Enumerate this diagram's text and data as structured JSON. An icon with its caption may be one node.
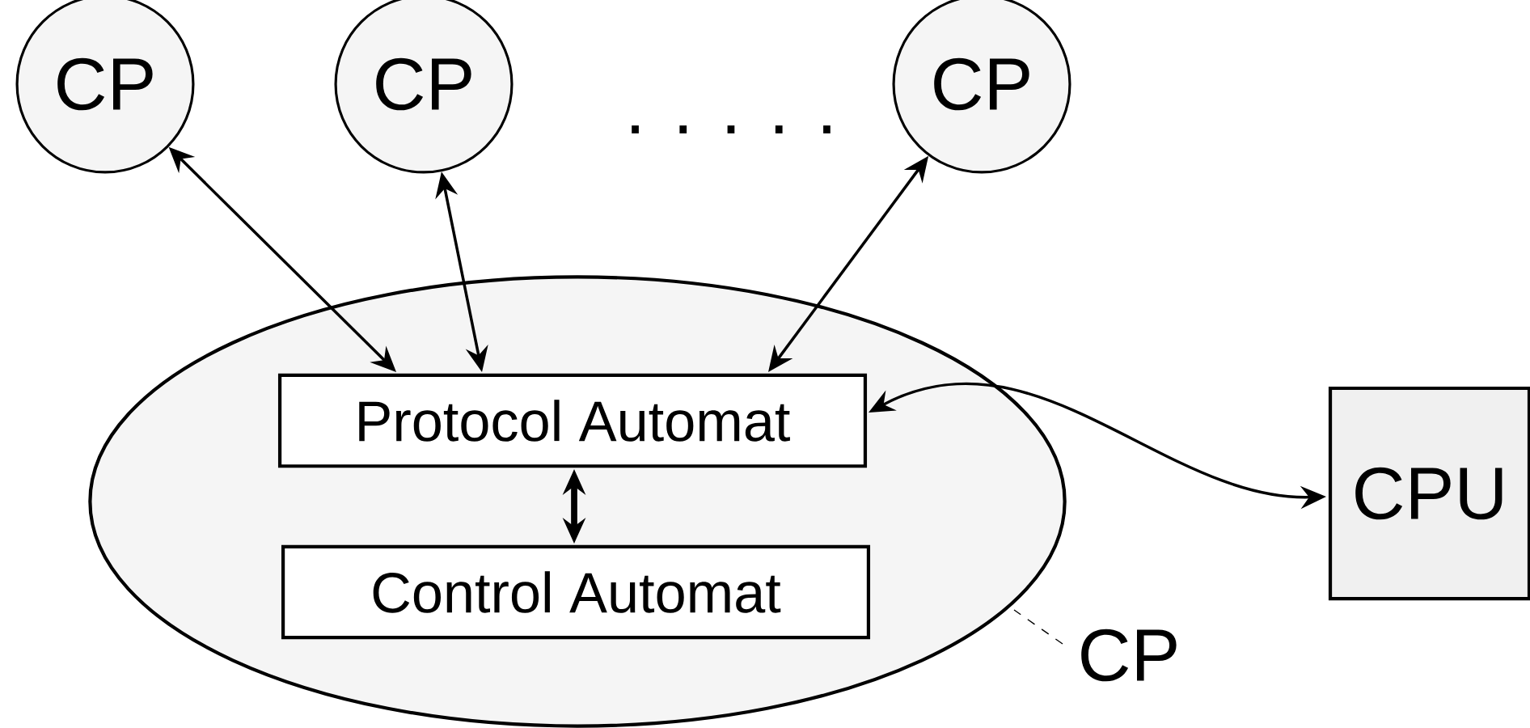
{
  "diagram": {
    "nodes": [
      {
        "text": [
          "CP"
        ]
      },
      {
        "text": [
          "CP"
        ]
      },
      {
        "text": [
          "CP"
        ]
      },
      {
        "text": [],
        "shape": "ellipse"
      },
      {
        "text": [
          "Protocol Automat"
        ],
        "in": 3
      },
      {
        "text": [
          "Control Automat"
        ],
        "in": 3
      },
      {
        "text": [
          "CPU"
        ]
      },
      {
        "text": [
          "CP"
        ]
      }
    ],
    "edges": [
      {
        "from": 0,
        "to": 4,
        "arrow": "both"
      },
      {
        "from": 1,
        "to": 4,
        "arrow": "both"
      },
      {
        "from": 2,
        "to": 4,
        "arrow": "both"
      },
      {
        "from": 4,
        "to": 5,
        "arrow": "both",
        "style": "thick"
      },
      {
        "from": 4,
        "to": 6,
        "arrow": "both"
      },
      {
        "from": 7,
        "to": 3,
        "arrow": "none",
        "style": "dashed"
      }
    ],
    "labels": [
      ". . . . ."
    ]
  }
}
